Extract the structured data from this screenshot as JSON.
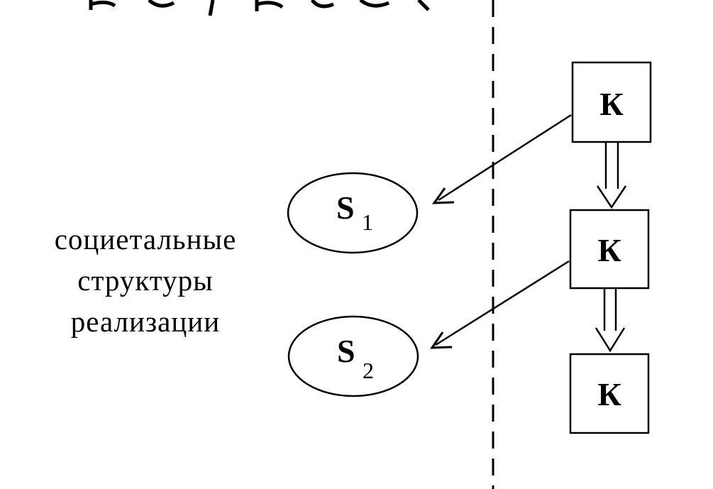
{
  "side_label": {
    "line1": "социетальные",
    "line2": "структуры",
    "line3": "реализации"
  },
  "structures": [
    {
      "letter": "S",
      "subscript": "1"
    },
    {
      "letter": "S",
      "subscript": "2"
    }
  ],
  "k_boxes": [
    {
      "label": "К"
    },
    {
      "label": "К"
    },
    {
      "label": "К"
    }
  ],
  "colors": {
    "stroke": "#000000",
    "background": "#ffffff"
  }
}
